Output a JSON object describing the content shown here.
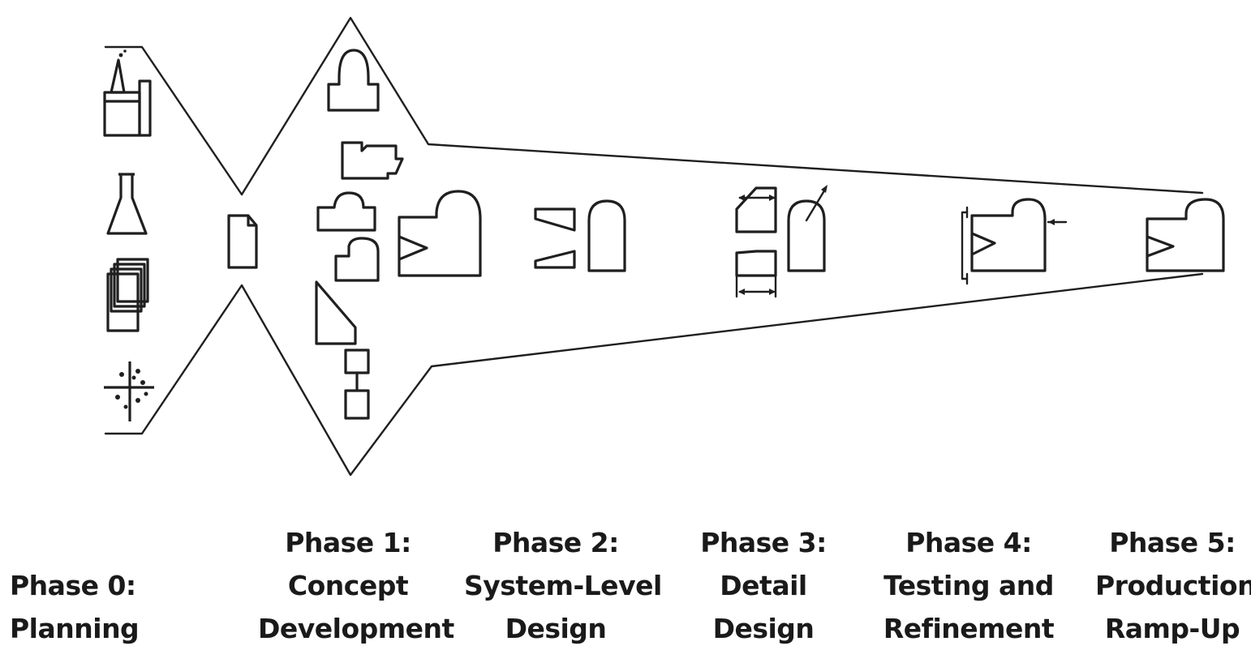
{
  "phases": [
    {
      "line1": "",
      "line2": "Phase 0:",
      "line3": "Planning"
    },
    {
      "line1": "Phase 1:",
      "line2": "Concept",
      "line3": "Development"
    },
    {
      "line1": "Phase 2:",
      "line2": "System-Level",
      "line3": "Design"
    },
    {
      "line1": "Phase 3:",
      "line2": "Detail",
      "line3": "Design"
    },
    {
      "line1": "Phase 4:",
      "line2": "Testing and",
      "line3": "Refinement"
    },
    {
      "line1": "Phase 5:",
      "line2": "Production",
      "line3": "Ramp-Up"
    }
  ],
  "icons": [
    "factory-icon",
    "flask-icon",
    "documents-stack-icon",
    "scatter-plot-icon",
    "mission-statement-document-icon",
    "concept-sketch-icon",
    "system-architecture-icon",
    "detail-drawing-icon",
    "prototype-test-icon",
    "production-product-icon"
  ]
}
